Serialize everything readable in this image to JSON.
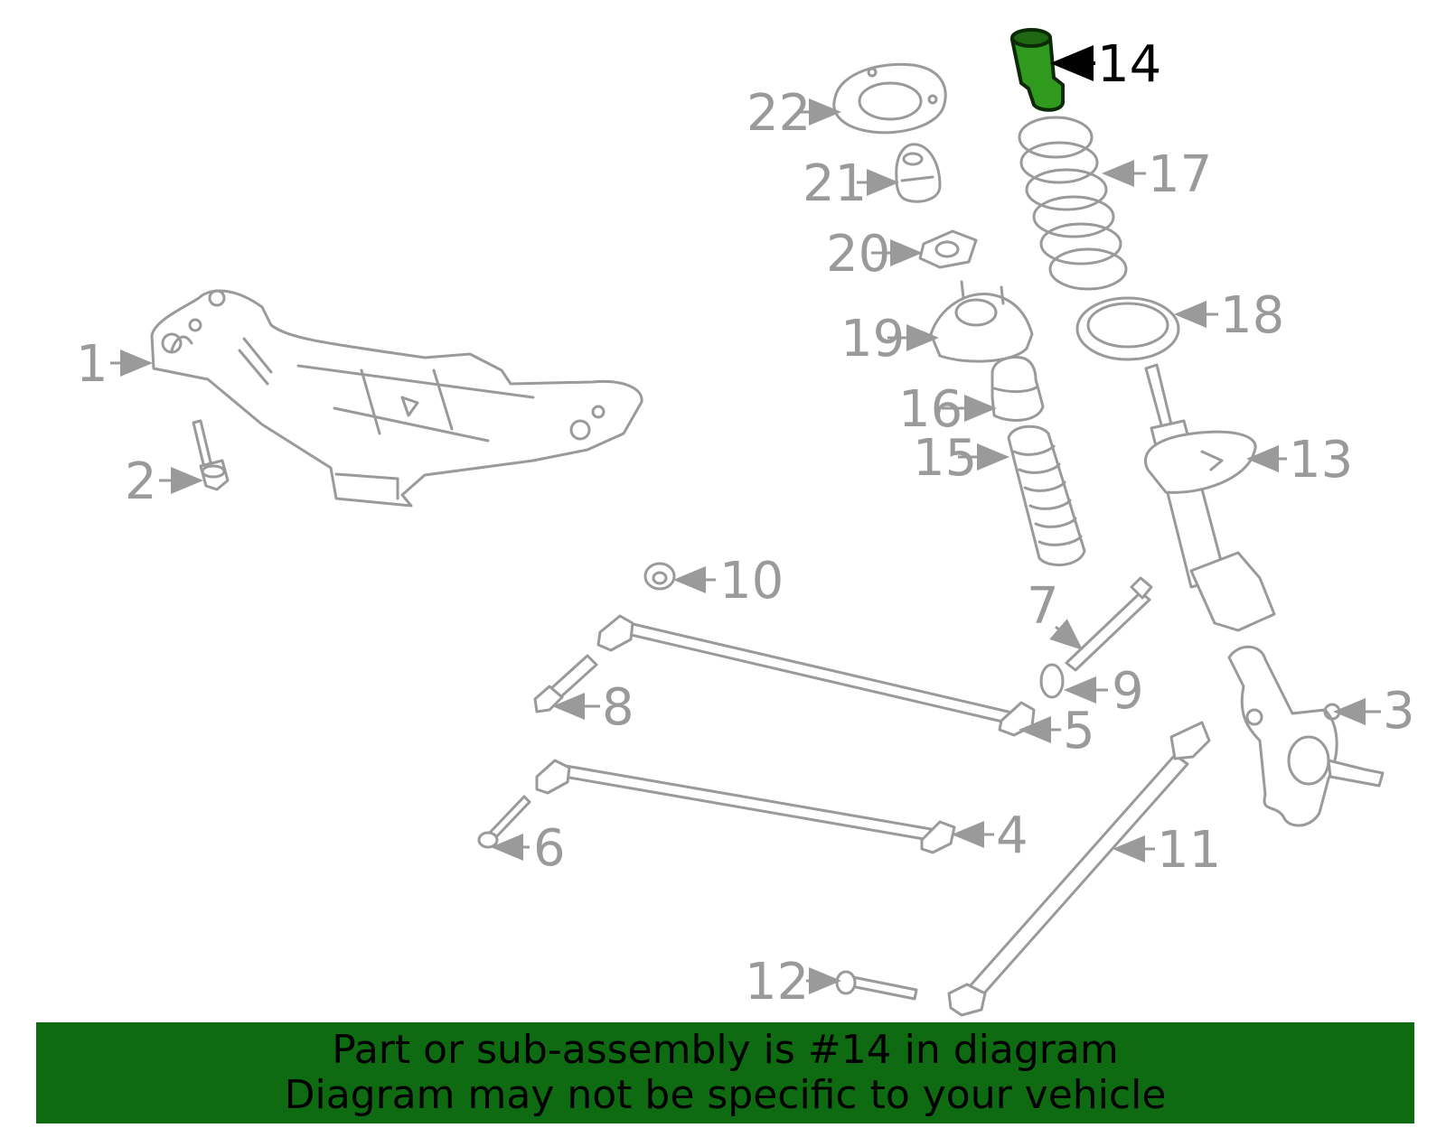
{
  "callouts": {
    "c1": "1",
    "c2": "2",
    "c3": "3",
    "c4": "4",
    "c5": "5",
    "c6": "6",
    "c7": "7",
    "c8": "8",
    "c9": "9",
    "c10": "10",
    "c11": "11",
    "c12": "12",
    "c13": "13",
    "c14": "14",
    "c15": "15",
    "c16": "16",
    "c17": "17",
    "c18": "18",
    "c19": "19",
    "c20": "20",
    "c21": "21",
    "c22": "22"
  },
  "highlighted_part": "14",
  "colors": {
    "highlight_part": "#2f9a1e",
    "banner_background": "#0f6b12",
    "part_outline": "#9a9a9a"
  },
  "banner": {
    "line1": "Part or sub-assembly is #14 in diagram",
    "line2": "Diagram may not be specific to your vehicle"
  }
}
